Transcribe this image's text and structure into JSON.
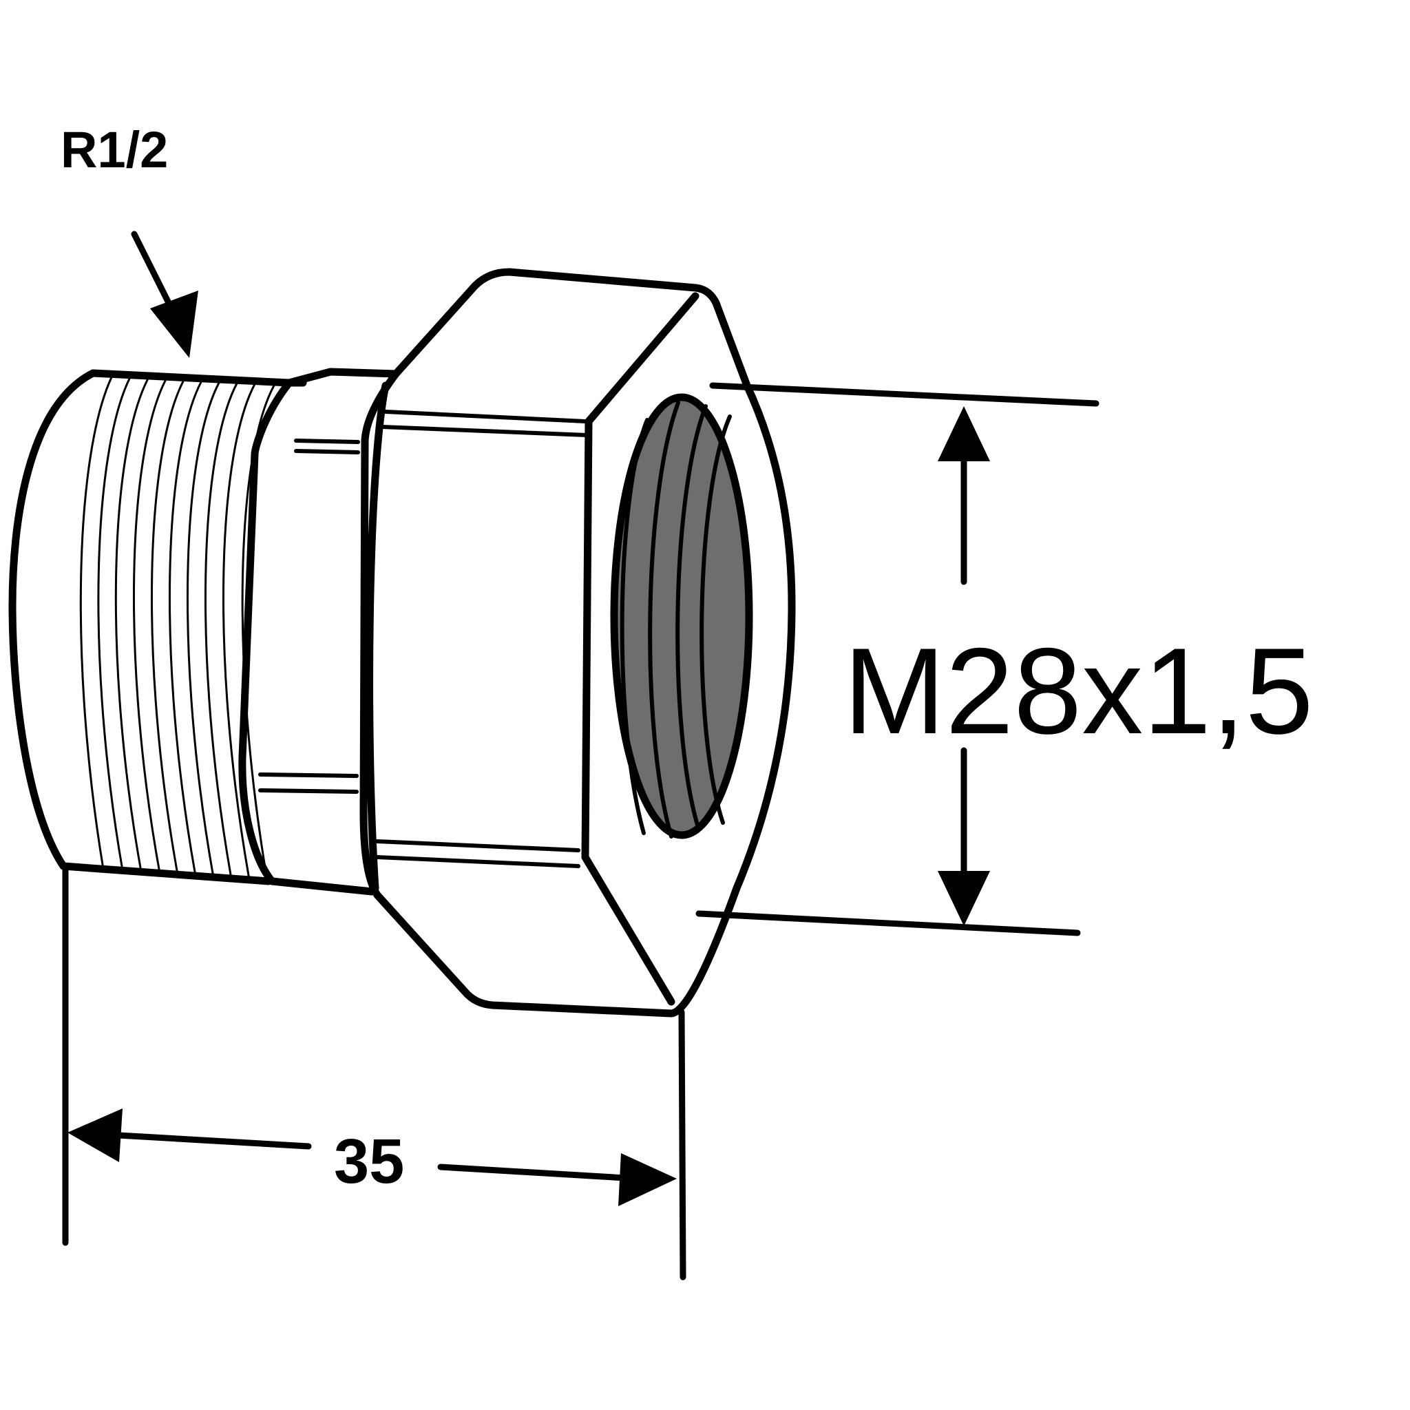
{
  "labels": {
    "thread_male": "R1/2",
    "thread_female": "M28x1,5",
    "length": "35"
  },
  "colors": {
    "line": "#000000",
    "background": "#ffffff",
    "inner_thread_fill": "#6e6e6e"
  }
}
